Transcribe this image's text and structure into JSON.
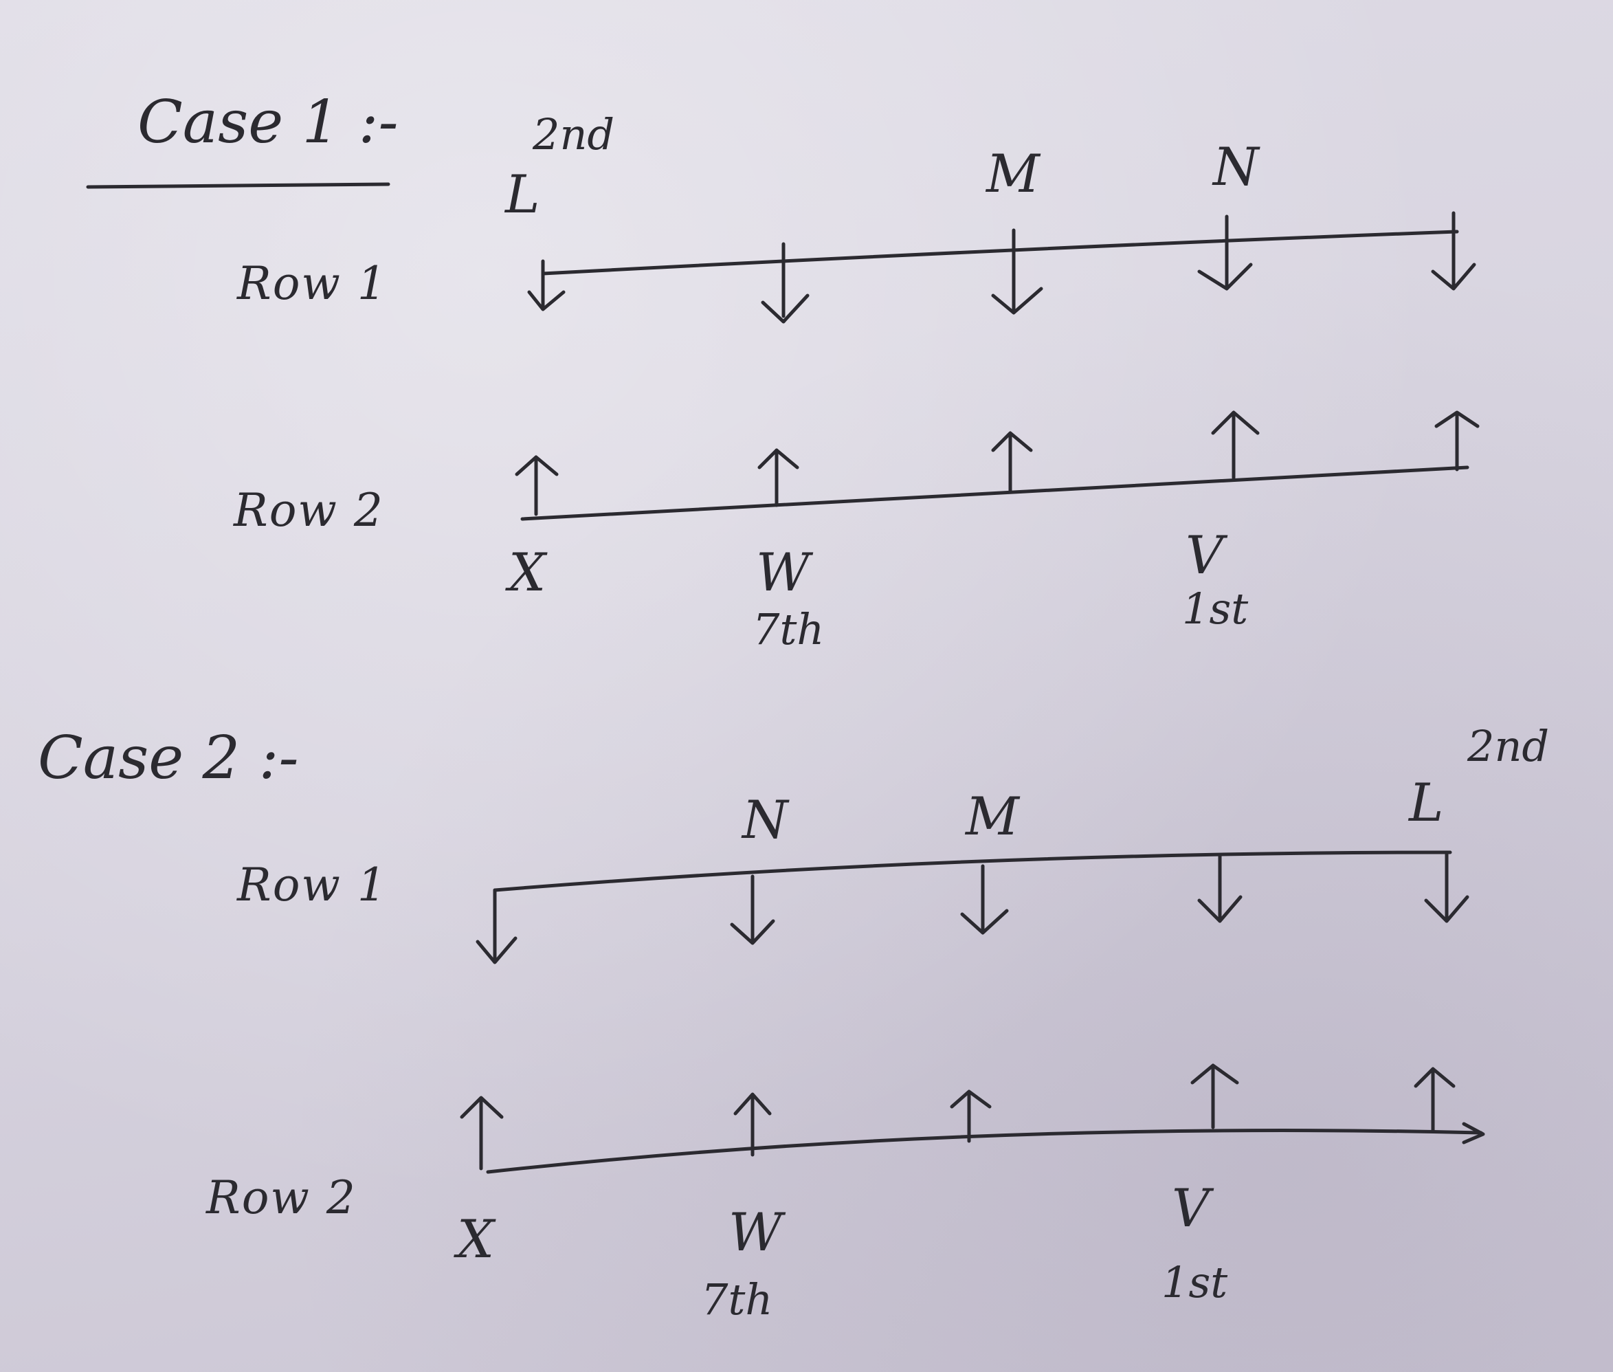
{
  "case1": {
    "title": "Case 1 :-",
    "row1": {
      "label": "Row 1",
      "top_labels": [
        "L",
        "M",
        "N"
      ],
      "ordinal": "2nd"
    },
    "row2": {
      "label": "Row 2",
      "bottom_labels": [
        "X",
        "W",
        "V"
      ],
      "ordinals": [
        "7th",
        "1st"
      ]
    }
  },
  "case2": {
    "title": "Case 2 :-",
    "row1": {
      "label": "Row 1",
      "top_labels": [
        "N",
        "M",
        "L"
      ],
      "ordinal": "2nd"
    },
    "row2": {
      "label": "Row 2",
      "bottom_labels": [
        "X",
        "W",
        "V"
      ],
      "ordinals": [
        "7th",
        "1st"
      ]
    }
  }
}
